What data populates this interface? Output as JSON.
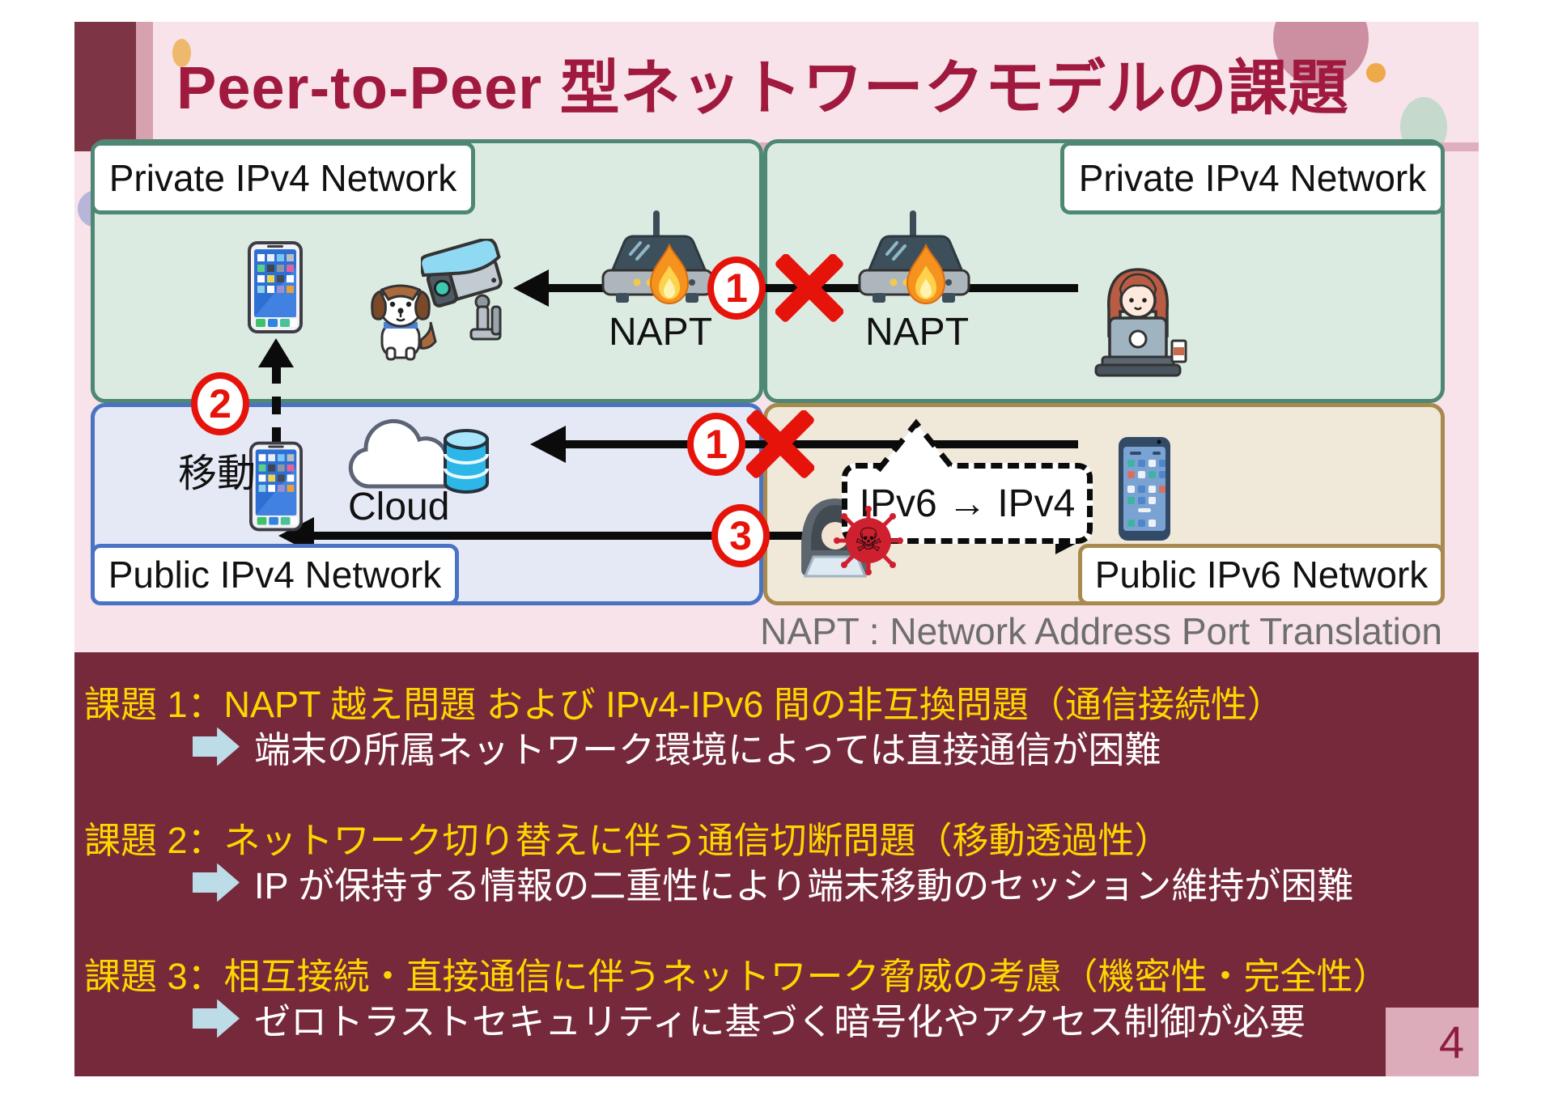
{
  "slide": {
    "title": "Peer-to-Peer 型ネットワークモデルの課題",
    "caption": "NAPT : Network Address Port Translation",
    "page_number": "4"
  },
  "diagram": {
    "boxes": [
      {
        "id": "private-ipv4-left",
        "label": "Private IPv4 Network"
      },
      {
        "id": "private-ipv4-right",
        "label": "Private IPv4 Network"
      },
      {
        "id": "public-ipv4",
        "label": "Public IPv4 Network"
      },
      {
        "id": "public-ipv6",
        "label": "Public IPv6 Network"
      }
    ],
    "napt_label": "NAPT",
    "cloud_label": "Cloud",
    "move_label": "移動",
    "translation_label": "IPv6 → IPv4",
    "badges": {
      "napt_issue": "1",
      "mobility": "2",
      "security": "3"
    },
    "skull_glyph": "☠"
  },
  "issues": [
    {
      "title": "課題 1：NAPT 越え問題 および IPv4-IPv6 間の非互換問題（通信接続性）",
      "detail": "端末の所属ネットワーク環境によっては直接通信が困難"
    },
    {
      "title": "課題 2：ネットワーク切り替えに伴う通信切断問題（移動透過性）",
      "detail": "IP が保持する情報の二重性により端末移動のセッション維持が困難"
    },
    {
      "title": "課題 3：相互接続・直接通信に伴うネットワーク脅威の考慮（機密性・完全性）",
      "detail": "ゼロトラストセキュリティに基づく暗号化やアクセス制御が必要"
    }
  ],
  "icons": {
    "smartphone-icon": "emoji-style smartphone",
    "flat-smartphone-icon": "flat smartphone",
    "dog-icon": "puppy",
    "cctv-camera-icon": "surveillance camera",
    "router-icon": "wifi router",
    "fire-icon": "flame",
    "cloud-db-icon": "cloud with database cylinder",
    "laptop-user-icon": "woman working at laptop with coffee",
    "hacker-icon": "hooded attacker at laptop",
    "virus-icon": "red virus ball with skull",
    "x-mark-icon": "red cross",
    "bullet-arrow-icon": "light blue block arrow"
  },
  "colors": {
    "accent_maroon": "#a0193e",
    "panel_maroon": "#76293b",
    "slide_pink": "#f7e3e9",
    "highlight_yellow": "#ffd500",
    "alert_red": "#e6130b",
    "green_box_border": "#4e8874",
    "green_box_fill": "#dcebe2",
    "blue_box_border": "#4a73c5",
    "blue_box_fill": "#e4e9f5",
    "tan_box_border": "#a8894e",
    "tan_box_fill": "#f0e8d8",
    "caption_gray": "#6e6e6e",
    "bullet_blue": "#bcdce8"
  }
}
